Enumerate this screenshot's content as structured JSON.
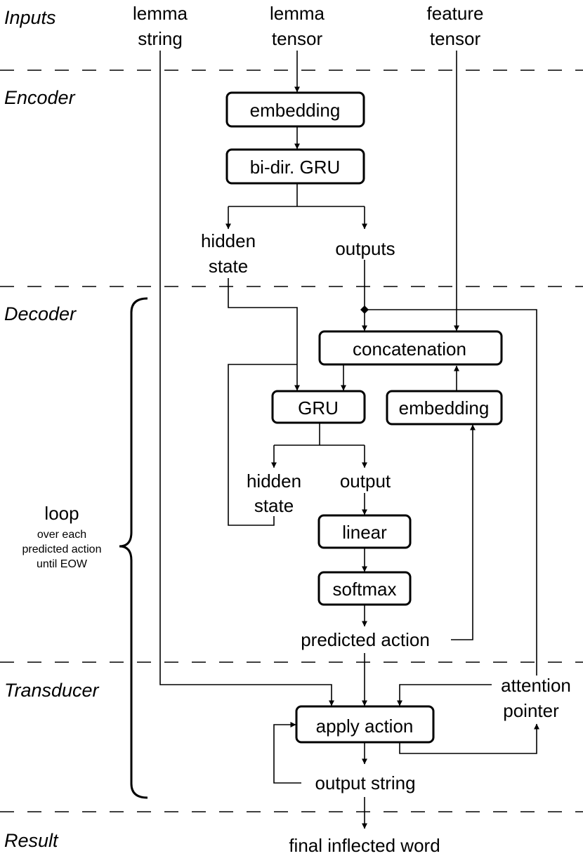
{
  "sections": {
    "inputs": "Inputs",
    "encoder": "Encoder",
    "decoder": "Decoder",
    "transducer": "Transducer",
    "result": "Result"
  },
  "inputs": {
    "lemma_string": [
      "lemma",
      "string"
    ],
    "lemma_tensor": [
      "lemma",
      "tensor"
    ],
    "feature_tensor": [
      "feature",
      "tensor"
    ]
  },
  "encoder": {
    "embedding": "embedding",
    "bigru": "bi-dir. GRU",
    "hidden_state": [
      "hidden",
      "state"
    ],
    "outputs": "outputs"
  },
  "decoder": {
    "concatenation": "concatenation",
    "gru": "GRU",
    "embedding": "embedding",
    "hidden_state": [
      "hidden",
      "state"
    ],
    "output": "output",
    "linear": "linear",
    "softmax": "softmax",
    "predicted_action": "predicted action"
  },
  "loop": {
    "title": "loop",
    "lines": [
      "over each",
      "predicted action",
      "until EOW"
    ]
  },
  "transducer": {
    "apply_action": "apply action",
    "attention_pointer": [
      "attention",
      "pointer"
    ],
    "output_string": "output string"
  },
  "result": {
    "final": "final inflected word"
  }
}
